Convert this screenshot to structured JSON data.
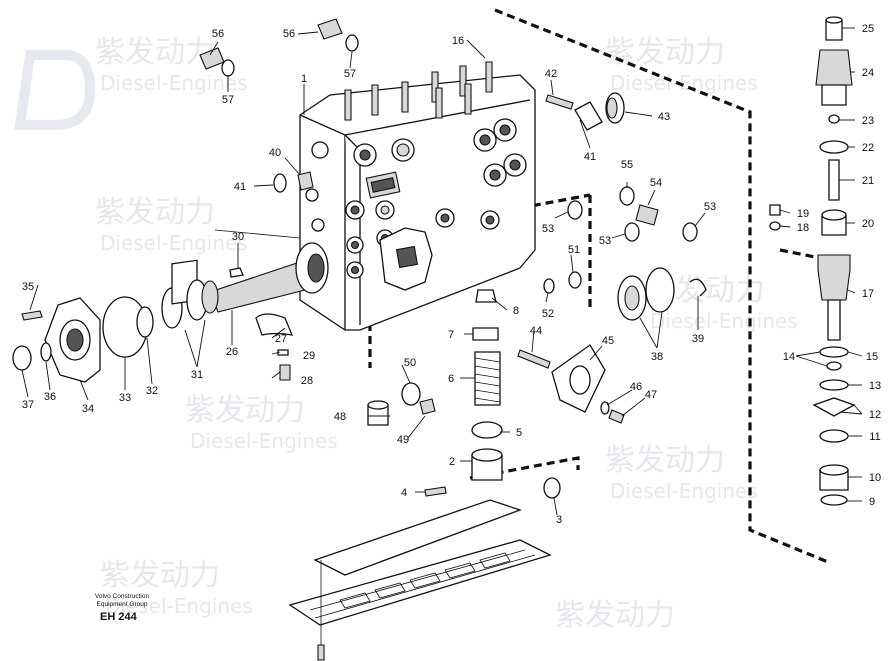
{
  "diagram": {
    "caption": {
      "line1": "Volvo Construction",
      "line2": "Equipment Group",
      "code": "EH 244"
    },
    "watermark": {
      "cn": "紫发动力",
      "en": "Diesel-Engines"
    },
    "part_labels": [
      "1",
      "2",
      "3",
      "4",
      "5",
      "6",
      "7",
      "8",
      "9",
      "10",
      "11",
      "12",
      "13",
      "14",
      "15",
      "16",
      "17",
      "18",
      "19",
      "20",
      "21",
      "22",
      "23",
      "24",
      "25",
      "26",
      "27",
      "28",
      "29",
      "30",
      "31",
      "32",
      "33",
      "34",
      "35",
      "36",
      "37",
      "38",
      "39",
      "40",
      "41",
      "42",
      "43",
      "44",
      "45",
      "46",
      "47",
      "48",
      "49",
      "50",
      "51",
      "52",
      "53",
      "54",
      "55",
      "56",
      "57"
    ]
  }
}
